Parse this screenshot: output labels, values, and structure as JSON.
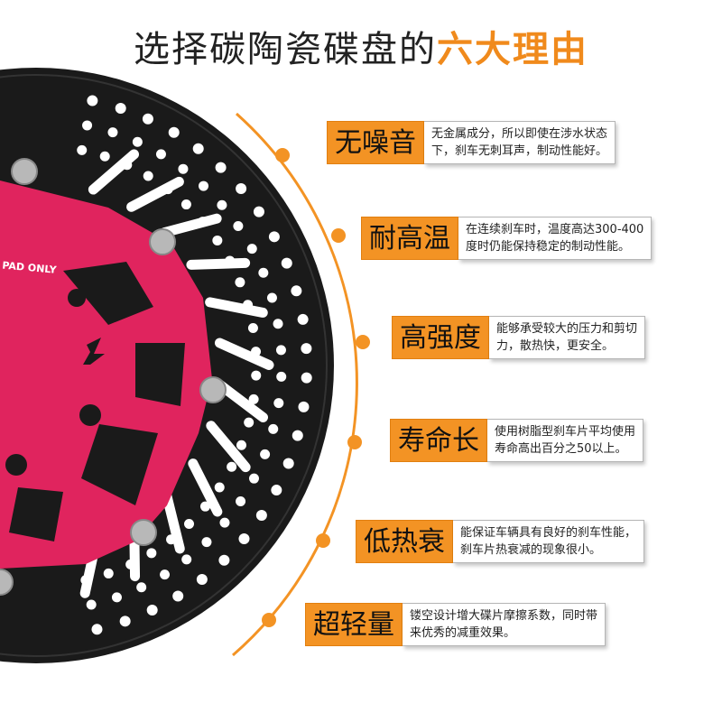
{
  "title": {
    "prefix": "选择碳陶瓷碟盘的",
    "highlight": "六大理由"
  },
  "disc": {
    "rotor_color": "#1a1a1a",
    "carrier_color": "#e0245e",
    "carrier_text": "PAD ONLY"
  },
  "accent_color": "#f39324",
  "features": [
    {
      "label": "无噪音",
      "desc_lines": [
        "无金属成分，所以即使在涉水状态",
        "下，刹车无刺耳声，制动性能好。"
      ]
    },
    {
      "label": "耐高温",
      "desc_lines": [
        "在连续刹车时，温度高达300-400",
        "度时仍能保持稳定的制动性能。"
      ]
    },
    {
      "label": "高强度",
      "desc_lines": [
        "能够承受较大的压力和剪切",
        "力，散热快，更安全。"
      ]
    },
    {
      "label": "寿命长",
      "desc_lines": [
        "使用树脂型刹车片平均使用",
        "寿命高出百分之50以上。"
      ]
    },
    {
      "label": "低热衰",
      "desc_lines": [
        "能保证车辆具有良好的刹车性能，",
        "刹车片热衰减的现象很小。"
      ]
    },
    {
      "label": "超轻量",
      "desc_lines": [
        "镂空设计增大碟片摩擦系数，同时带",
        "来优秀的减重效果。"
      ]
    }
  ]
}
